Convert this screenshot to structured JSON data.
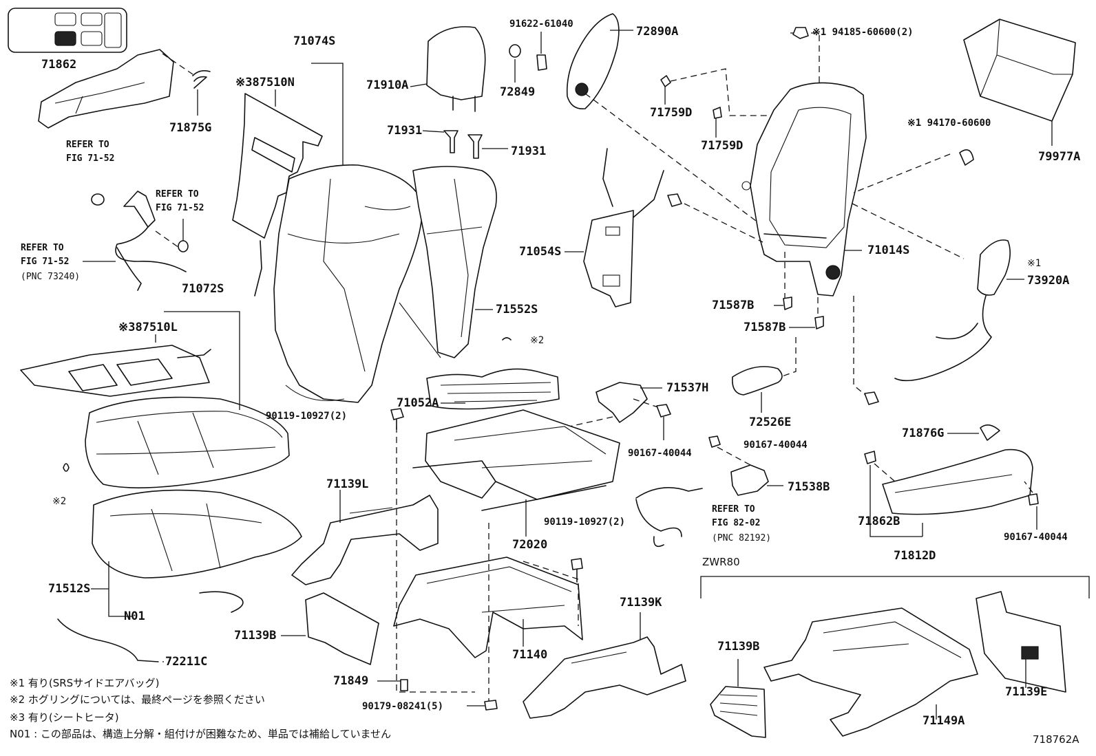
{
  "labels": {
    "p71862": "71862",
    "p71875G": "71875G",
    "p87510N": "※387510N",
    "p71074S": "71074S",
    "p71910A": "71910A",
    "p91622": "91622-61040",
    "p72849": "72849",
    "p72890A": "72890A",
    "p94185": "※1 94185-60600(2)",
    "p79977A": "79977A",
    "p94170": "※1 94170-60600",
    "p71931a": "71931",
    "p71931b": "71931",
    "p71759Da": "71759D",
    "p71759Db": "71759D",
    "p71054S": "71054S",
    "p71014S": "71014S",
    "p73920A_mark": "※1",
    "p73920A": "73920A",
    "p71552S": "71552S",
    "p71587Ba": "71587B",
    "p71587Bb": "71587B",
    "p71072S": "71072S",
    "p87510L": "※387510L",
    "p71052A": "71052A",
    "p71537H": "71537H",
    "p72526E": "72526E",
    "p90119a": "90119-10927(2)",
    "p90167a": "90167-40044",
    "p90167b": "90167-40044",
    "p71876G": "71876G",
    "p71139L": "71139L",
    "p71538B": "71538B",
    "p72020": "72020",
    "p90119b": "90119-10927(2)",
    "p71862B": "71862B",
    "p90167c": "90167-40044",
    "p71812D": "71812D",
    "p71512S": "71512S",
    "pN01": "N01",
    "p71139K": "71139K",
    "p71139Ba": "71139B",
    "p71140": "71140",
    "p72211C": "72211C",
    "p71849": "71849",
    "p90179": "90179-08241(5)",
    "p71139Bb": "71139B",
    "p71149A": "71149A",
    "p71139E": "71139E",
    "zwr80": "ZWR80",
    "s2a": "※2",
    "s2b": "※2",
    "refer1a": "REFER TO",
    "refer1b": "FIG 71-52",
    "refer2a": "REFER TO",
    "refer2b": "FIG 71-52",
    "refer3a": "REFER TO",
    "refer3b": "FIG 71-52",
    "refer3c": "(PNC 73240)",
    "refer4a": "REFER TO",
    "refer4b": "FIG 82-02",
    "refer4c": "(PNC 82192)",
    "figure_id": "718762A"
  },
  "notes": {
    "n1": "※1  有り(SRSサイドエアバッグ)",
    "n2": "※2  ホグリングについては、最終ページを参照ください",
    "n3": "※3  有り(シートヒータ)",
    "n4": "N01 : この部品は、構造上分解・組付けが困難なため、単品では補給していません"
  }
}
